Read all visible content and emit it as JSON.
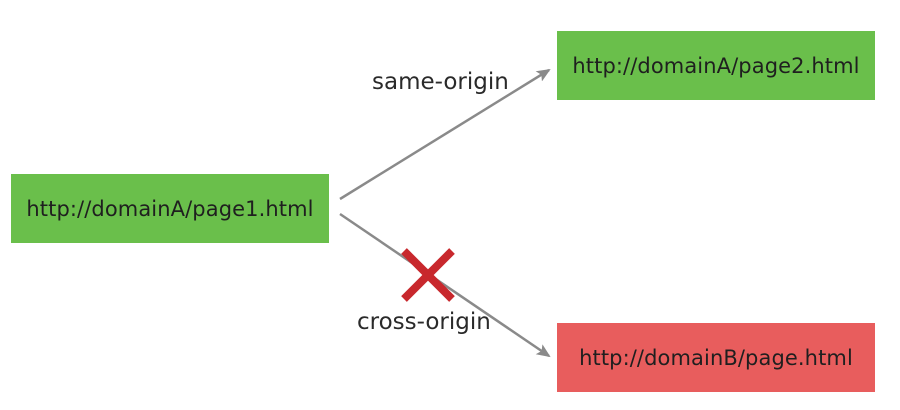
{
  "nodes": {
    "page1": {
      "label": "http://domainA/page1.html",
      "fill": "#6abf4b"
    },
    "page2": {
      "label": "http://domainA/page2.html",
      "fill": "#6abf4b"
    },
    "domainb": {
      "label": "http://domainB/page.html",
      "fill": "#e85d5d"
    }
  },
  "edges": {
    "same_origin": {
      "label": "same-origin",
      "allowed": true
    },
    "cross_origin": {
      "label": "cross-origin",
      "allowed": false
    }
  },
  "colors": {
    "arrow": "#8a8a8a",
    "block_mark": "#c8282d"
  },
  "icons": {
    "blocked": "x-mark-icon",
    "arrowhead": "arrowhead-icon"
  }
}
